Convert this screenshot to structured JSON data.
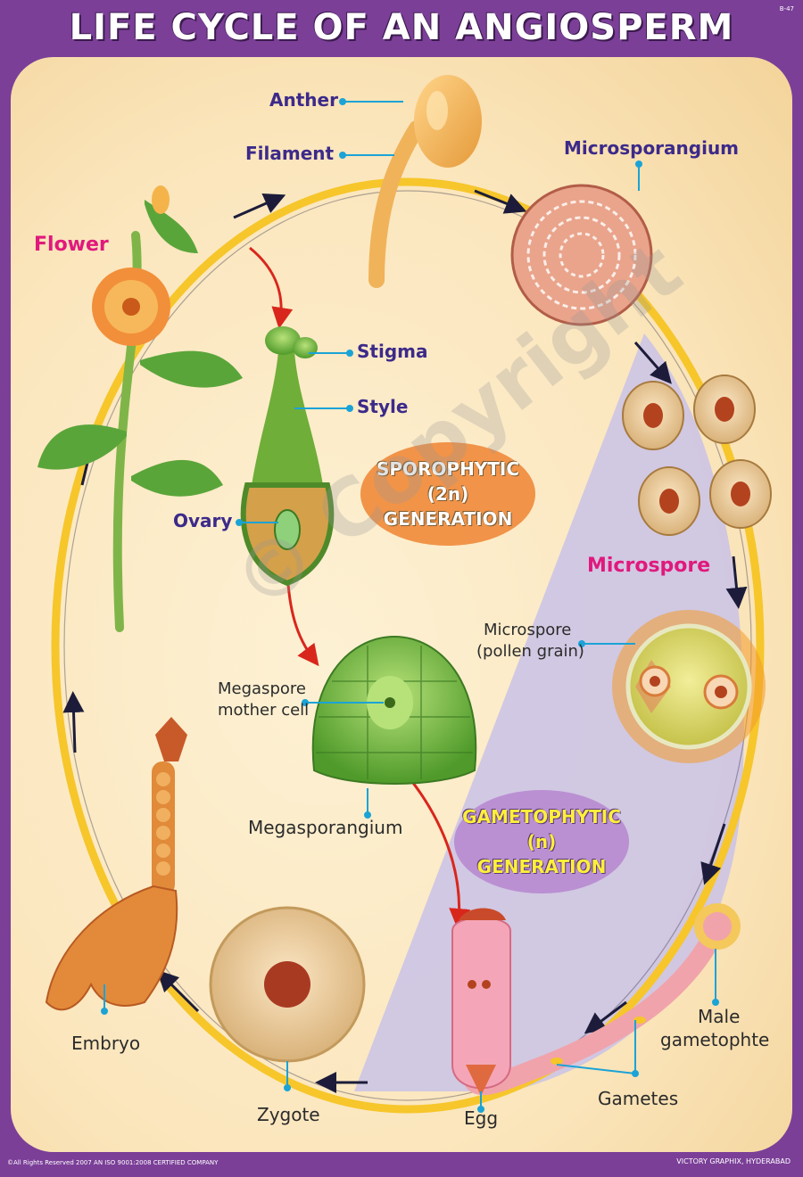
{
  "title": "LIFE CYCLE OF AN ANGIOSPERM",
  "chart_code": "B-47",
  "labels": {
    "anther": "Anther",
    "filament": "Filament",
    "microsporangium": "Microsporangium",
    "flower": "Flower",
    "stigma": "Stigma",
    "style": "Style",
    "ovary": "Ovary",
    "microspore": "Microspore",
    "microspore_pollen_1": "Microspore",
    "microspore_pollen_2": "(pollen grain)",
    "megaspore_mother_1": "Megaspore",
    "megaspore_mother_2": "mother cell",
    "megasporangium": "Megasporangium",
    "embryo": "Embryo",
    "zygote": "Zygote",
    "egg": "Egg",
    "gametes": "Gametes",
    "male_gametophyte_1": "Male",
    "male_gametophyte_2": "gametophte"
  },
  "generations": {
    "sporophytic": [
      "SPOROPHYTIC",
      "(2n)",
      "GENERATION"
    ],
    "gametophytic": [
      "GAMETOPHYTIC",
      "(n)",
      "GENERATION"
    ]
  },
  "watermark": "© Copyright",
  "footer": {
    "left": "©All Rights Reserved 2007   AN ISO 9001:2008 CERTIFIED COMPANY",
    "right": "VICTORY GRAPHIX, HYDERABAD"
  },
  "colors": {
    "frame": "#7b3f98",
    "cycle_ring": "#f6c62b",
    "label_blue": "#3c2a8a",
    "label_pink": "#e0197d",
    "leader_line": "#1ba3d6",
    "gametophytic_zone": "#c9c2e8"
  }
}
